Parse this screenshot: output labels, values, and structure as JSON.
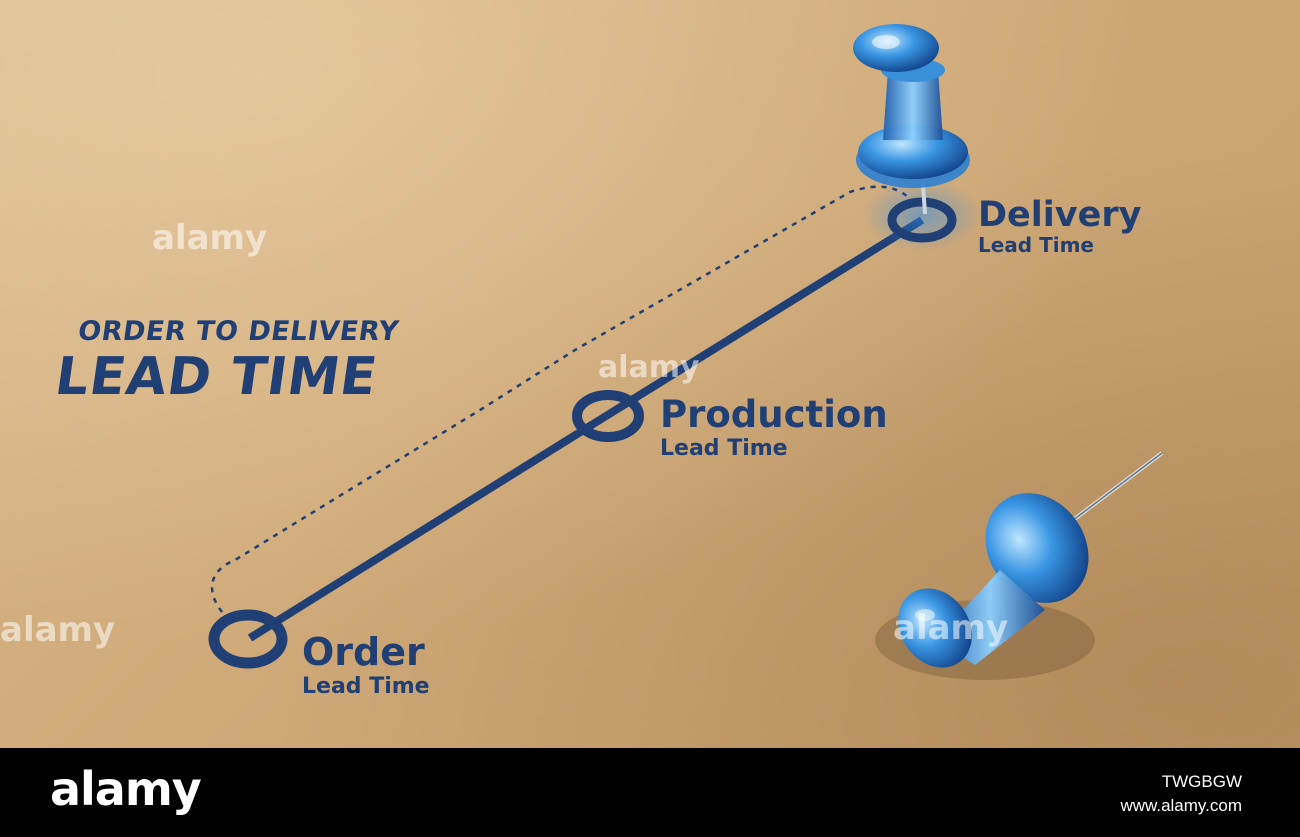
{
  "headline": {
    "line1": "ORDER TO DELIVERY",
    "line2": "LEAD TIME"
  },
  "stages": {
    "delivery": {
      "title": "Delivery",
      "subtitle": "Lead Time"
    },
    "production": {
      "title": "Production",
      "subtitle": "Lead Time"
    },
    "order": {
      "title": "Order",
      "subtitle": "Lead Time"
    }
  },
  "watermark": "alamy",
  "footer": {
    "brand": "alamy",
    "image_id": "TWGBGW",
    "site": "www.alamy.com"
  },
  "colors": {
    "paper": "#cfa978",
    "ink": "#1f3f75",
    "pin": "#2f86d6"
  },
  "icons": [
    "pushpin-upright-icon",
    "pushpin-lying-icon"
  ]
}
